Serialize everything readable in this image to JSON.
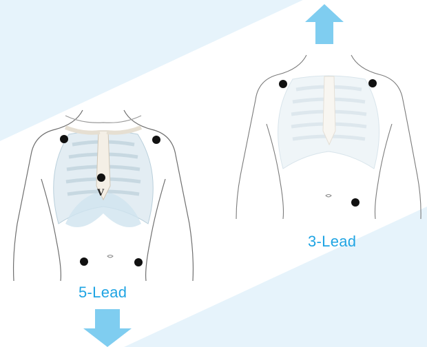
{
  "figures": {
    "five_lead": {
      "caption": "5-Lead",
      "electrode_label": "V",
      "electrode_count": 5
    },
    "three_lead": {
      "caption": "3-Lead",
      "electrode_count": 3
    }
  },
  "arrows": {
    "top": "up",
    "bottom": "down"
  },
  "colors": {
    "band": "#e6f3fb",
    "arrow": "#7fcdf0",
    "caption": "#1fa4e3",
    "electrode": "#111111",
    "outline": "#6e6e6e",
    "ribs": "#c9dde8",
    "bone": "#f4efe6"
  },
  "icons": [
    "arrow-up-icon",
    "arrow-down-icon",
    "electrode-icon"
  ]
}
